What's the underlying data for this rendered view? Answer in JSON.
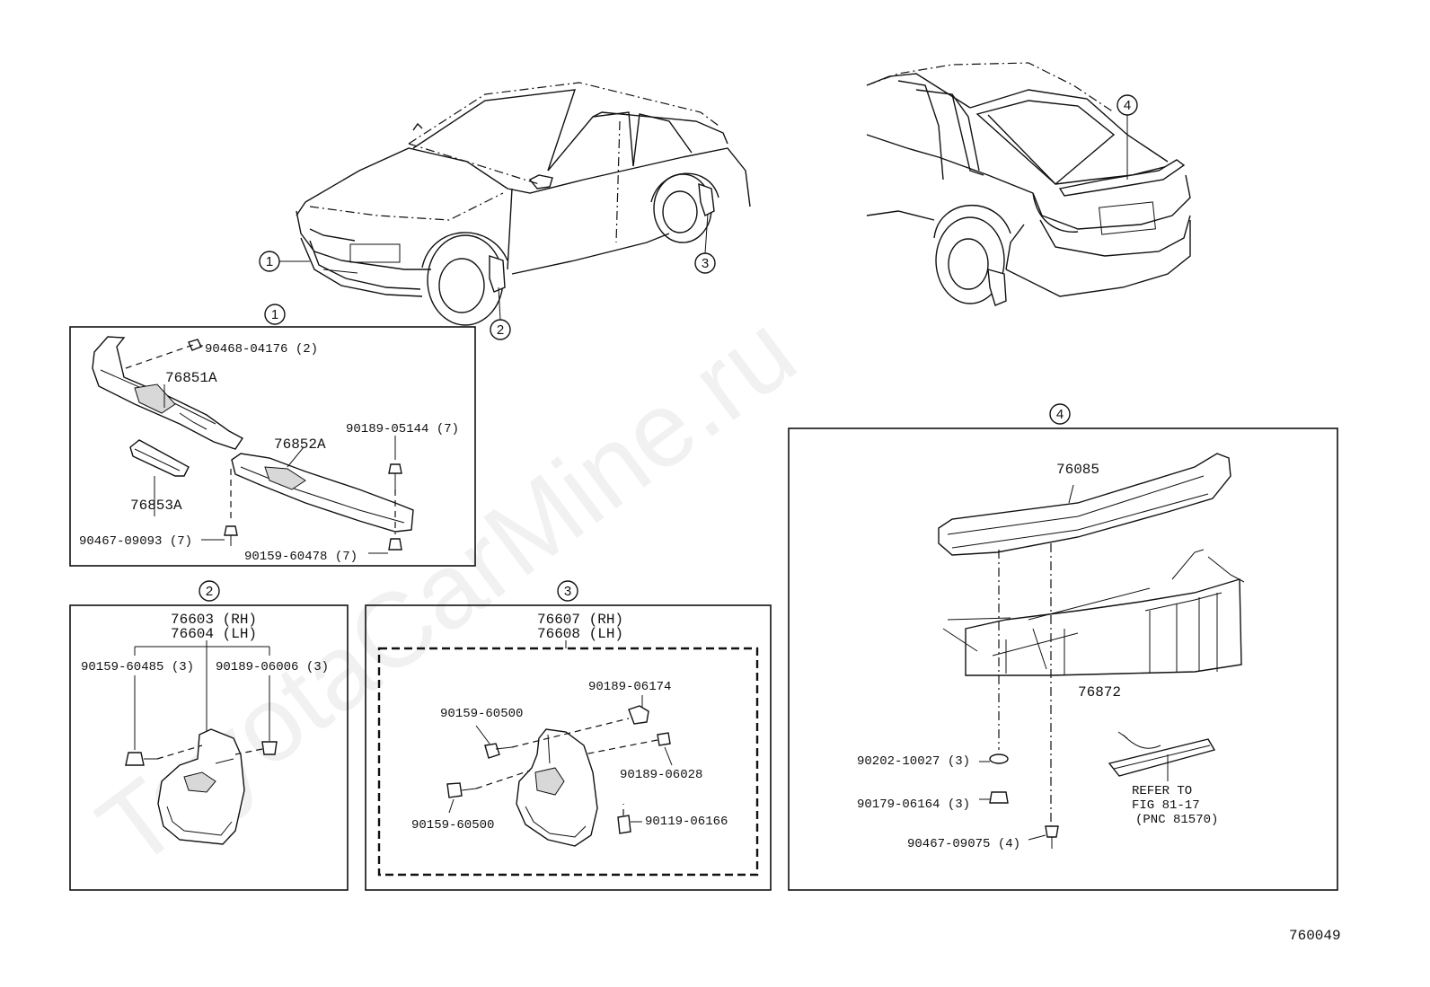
{
  "watermark": "ToyotaCarMine.ru",
  "figure_code": "760049",
  "callouts": {
    "c1": "1",
    "c2": "2",
    "c3": "3",
    "c4": "4"
  },
  "group1": {
    "parts": {
      "clip": "90468-04176 (2)",
      "upper": "76851A",
      "lower": "76852A",
      "bracket": "76853A",
      "screw_a": "90189-05144 (7)",
      "screw_b": "90467-09093 (7)",
      "screw_c": "90159-60478 (7)"
    }
  },
  "group2": {
    "title_rh": "76603 (RH)",
    "title_lh": "76604 (LH)",
    "parts": {
      "screw": "90159-60485 (3)",
      "nut": "90189-06006 (3)"
    }
  },
  "group3": {
    "title_rh": "76607 (RH)",
    "title_lh": "76608 (LH)",
    "parts": {
      "nut_top": "90189-06174",
      "screw_top": "90159-60500",
      "nut_mid": "90189-06028",
      "screw_bottom": "90159-60500",
      "clip": "90119-06166"
    }
  },
  "group4": {
    "parts": {
      "spoiler": "76085",
      "brackets": "76872",
      "washer": "90202-10027 (3)",
      "nut": "90179-06164 (3)",
      "screw": "90467-09075 (4)"
    },
    "refer_line1": "REFER TO",
    "refer_line2": "FIG 81-17",
    "refer_line3": "(PNC 81570)"
  }
}
